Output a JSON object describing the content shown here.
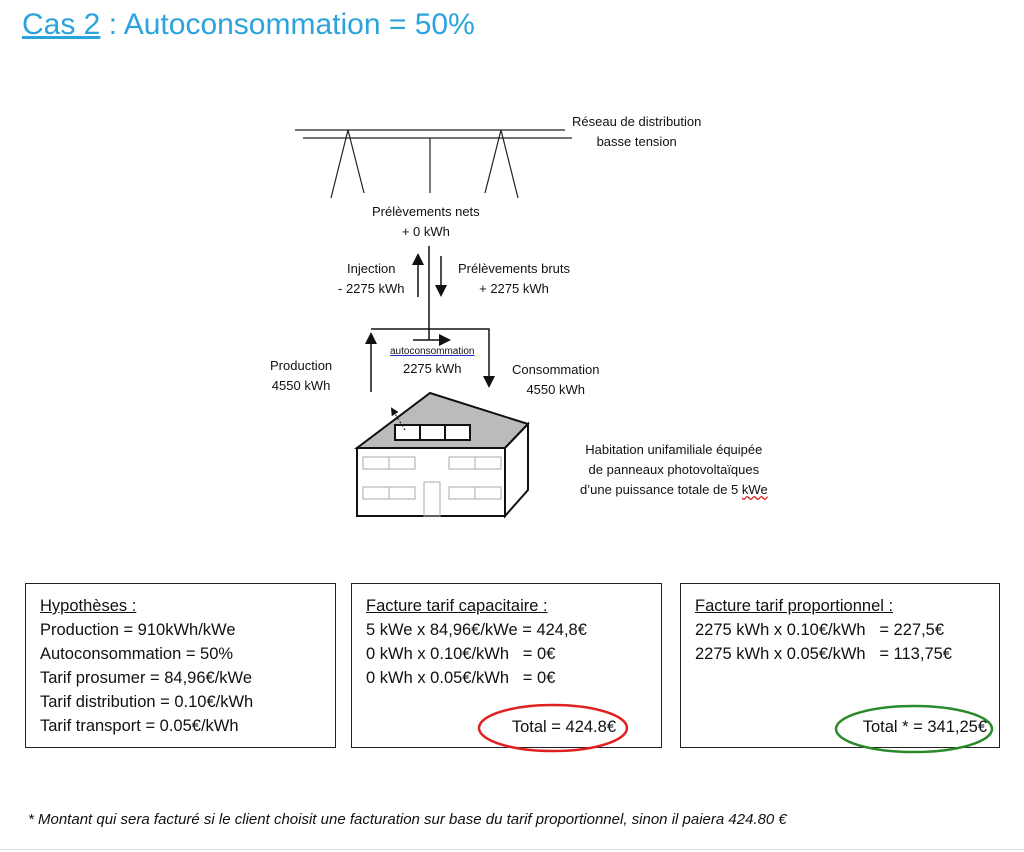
{
  "title": {
    "prefix": "Cas 2",
    "rest": " : Autoconsommation = 50%",
    "color": "#2ba3dd"
  },
  "diagram": {
    "network": [
      "Réseau de distribution",
      "basse tension"
    ],
    "net_draw": [
      "Prélèvements nets",
      "+ 0 kWh"
    ],
    "injection": [
      "Injection",
      "- 2275 kWh"
    ],
    "gross_draw": [
      "Prélèvements bruts",
      "+ 2275 kWh"
    ],
    "production": [
      "Production",
      "4550 kWh"
    ],
    "selfcons": [
      "autoconsommation",
      "2275 kWh"
    ],
    "consumption": [
      "Consommation",
      "4550 kWh"
    ],
    "house": [
      "Habitation unifamiliale équipée",
      "de panneaux photovoltaïques",
      "d’une puissance totale de 5 ",
      "kWe"
    ]
  },
  "hypotheses": {
    "heading": "Hypothèses :",
    "lines": [
      "Production = 910kWh/kWe",
      "Autoconsommation = 50%",
      "Tarif prosumer = 84,96€/kWe",
      "Tarif distribution = 0.10€/kWh",
      "Tarif transport = 0.05€/kWh"
    ]
  },
  "capacitaire": {
    "heading": "Facture tarif capacitaire :",
    "lines": [
      "5 kWe x 84,96€/kWe = 424,8€",
      "0 kWh x 0.10€/kWh   = 0€",
      "0 kWh x 0.05€/kWh   = 0€"
    ],
    "total": "Total = 424.8€",
    "circle_color": "#e02020"
  },
  "proportionnel": {
    "heading": "Facture tarif proportionnel :",
    "lines": [
      "2275 kWh x 0.10€/kWh   = 227,5€",
      "2275 kWh x 0.05€/kWh   = 113,75€"
    ],
    "total": "Total * = 341,25€",
    "circle_color": "#2a8a2a"
  },
  "footnote": "* Montant qui sera facturé si le client choisit une facturation sur base du tarif proportionnel, sinon il paiera 424.80 €"
}
